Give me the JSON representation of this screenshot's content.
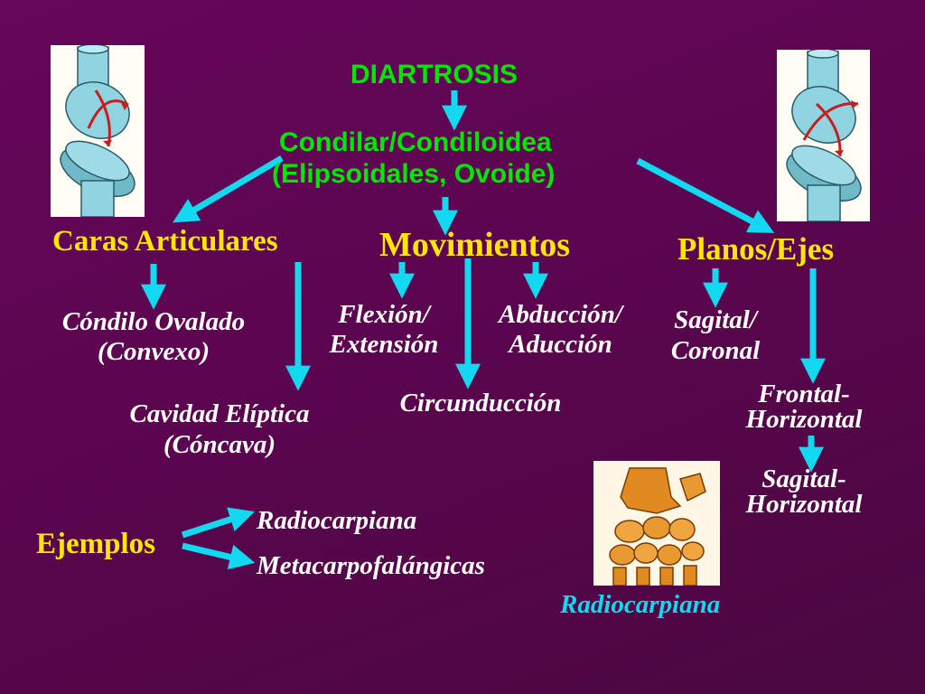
{
  "title": "DIARTROSIS",
  "subtitle_line1": "Condilar/Condiloidea",
  "subtitle_line2": "(Elipsoidales, Ovoide)",
  "branches": {
    "caras": {
      "label": "Caras Articulares",
      "item1_line1": "Cóndilo Ovalado",
      "item1_line2": "(Convexo)",
      "item2_line1": "Cavidad Elíptica",
      "item2_line2": "(Cóncava)"
    },
    "movimientos": {
      "label": "Movimientos",
      "item1_line1": "Flexión/",
      "item1_line2": "Extensión",
      "item2_line1": "Abducción/",
      "item2_line2": "Aducción",
      "item3": "Circunducción"
    },
    "planos": {
      "label": "Planos/Ejes",
      "item1_line1": "Sagital/",
      "item1_line2": "Coronal",
      "item2_line1": "Frontal-",
      "item2_line2": "Horizontal",
      "item3_line1": "Sagital-",
      "item3_line2": "Horizontal"
    }
  },
  "examples": {
    "label": "Ejemplos",
    "item1": "Radiocarpiana",
    "item2": "Metacarpofalángicas"
  },
  "image_caption": "Radiocarpiana",
  "colors": {
    "background": "#5c0550",
    "arrow": "#12d8f0",
    "heading_green": "#00e600",
    "branch_yellow": "#ffe600",
    "text_white": "#ffffff",
    "caption_cyan": "#12d8f0"
  }
}
